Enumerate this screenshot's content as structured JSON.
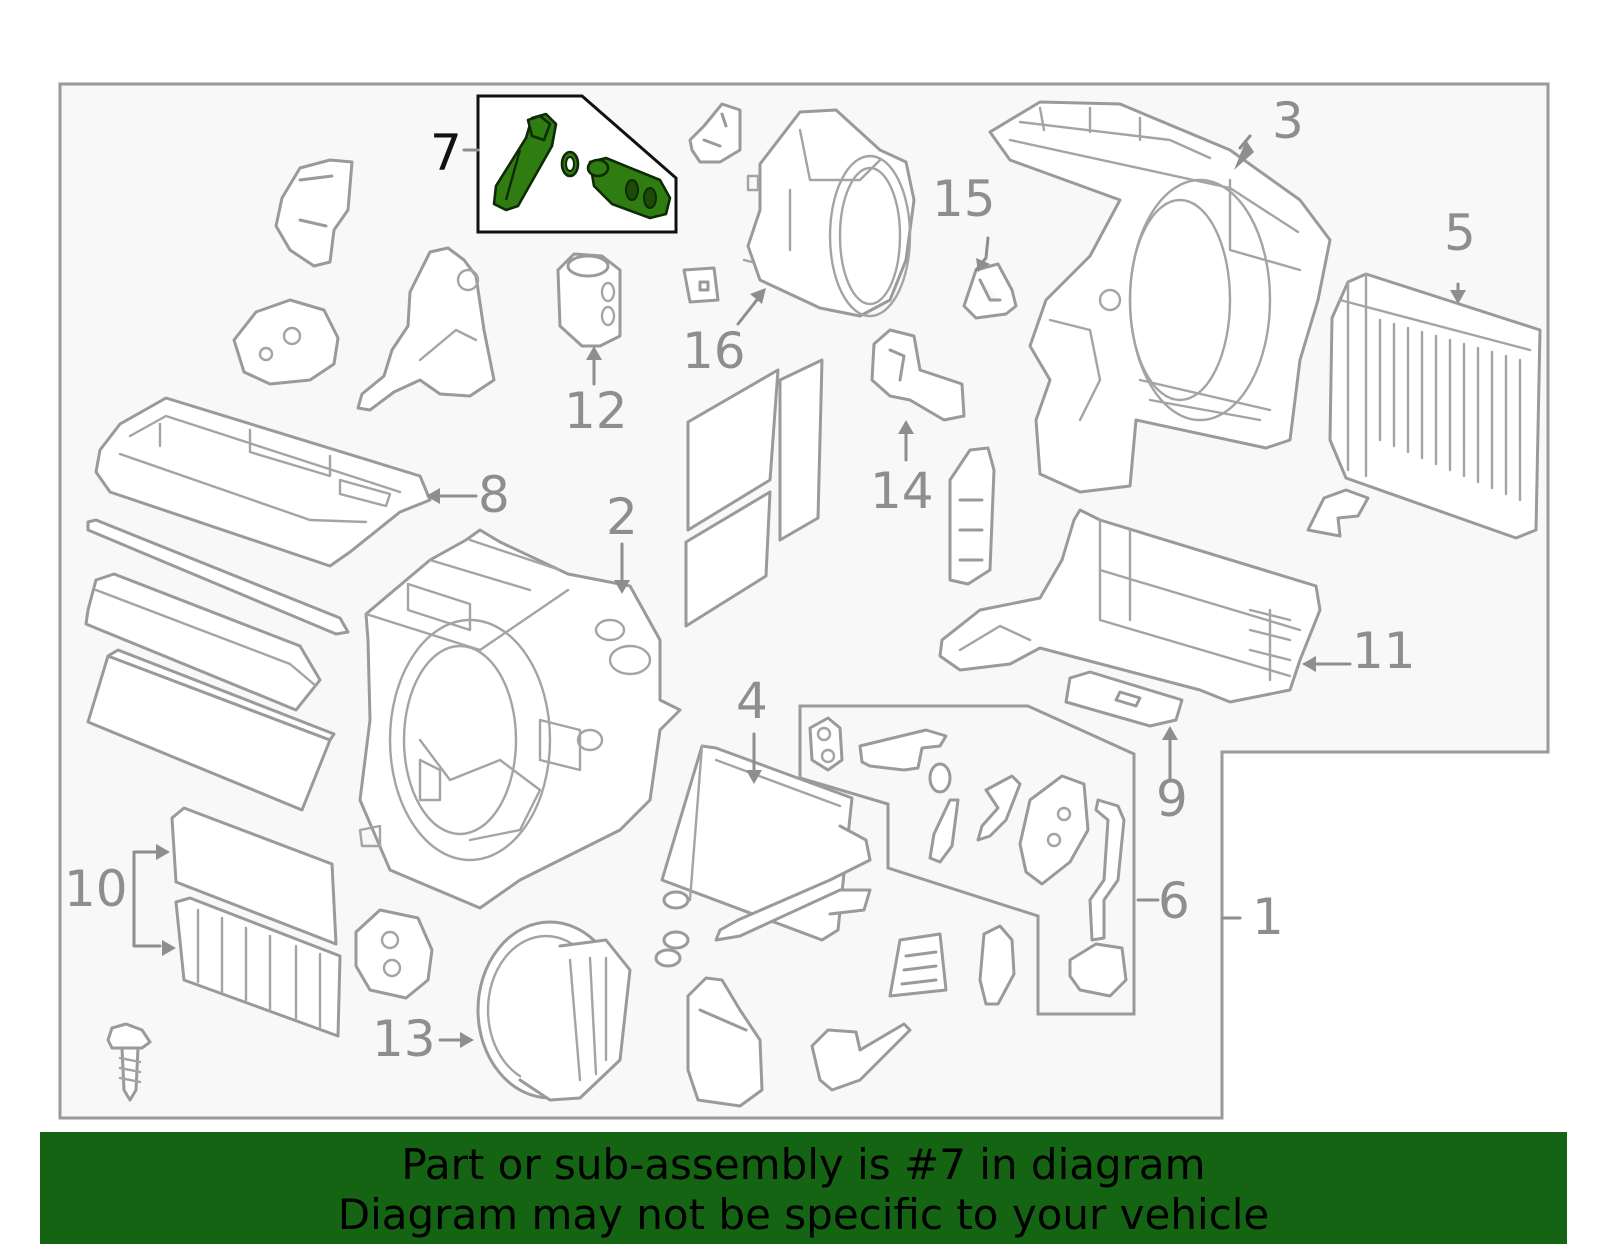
{
  "callouts": {
    "c1": "1",
    "c2": "2",
    "c3": "3",
    "c4": "4",
    "c5": "5",
    "c6": "6",
    "c7": "7",
    "c8": "8",
    "c9": "9",
    "c10": "10",
    "c11": "11",
    "c12": "12",
    "c13": "13",
    "c14": "14",
    "c15": "15",
    "c16": "16"
  },
  "highlight": {
    "callout": "7",
    "color": "#2f7d10"
  },
  "colors": {
    "line_art": "#9a9a9a",
    "background_panel": "#f8f8f8",
    "footer_background": "#146414"
  },
  "footer": {
    "line1": "Part or sub-assembly is #7 in diagram",
    "line2": "Diagram may not be specific to your vehicle"
  }
}
